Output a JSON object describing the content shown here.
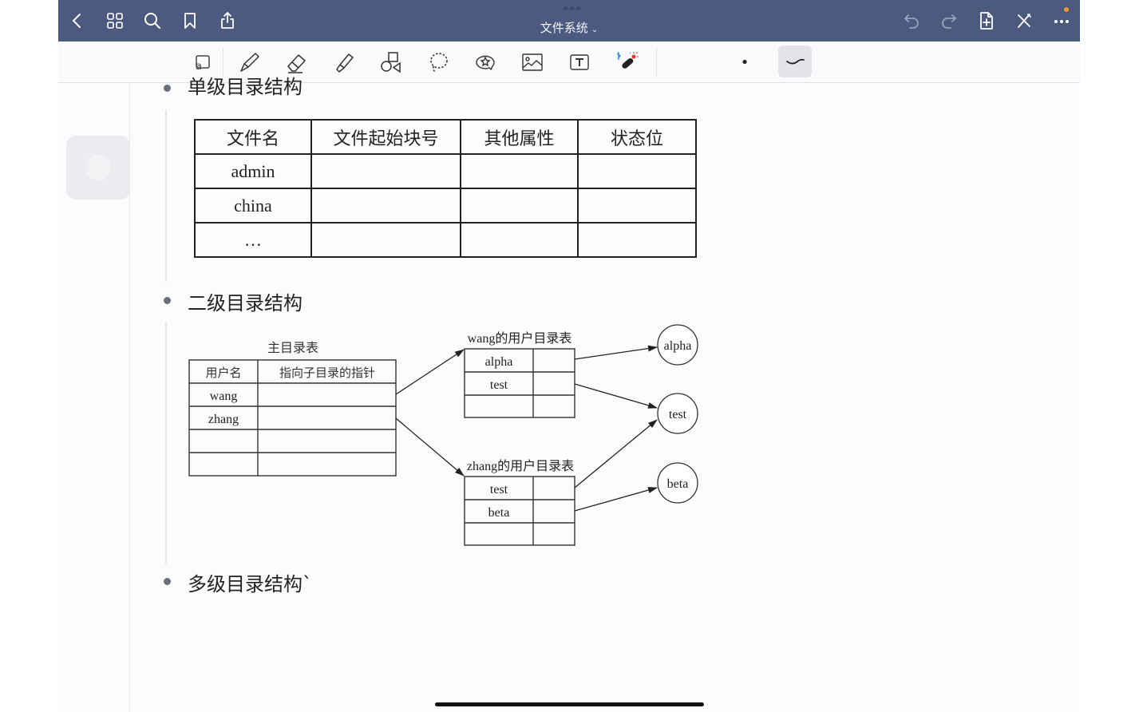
{
  "navbar": {
    "title": "文件系统",
    "title_chevron": "⌄",
    "left_icons": [
      "back-icon",
      "grid-icon",
      "search-icon",
      "bookmark-icon",
      "share-icon"
    ],
    "right_icons": [
      "undo-icon",
      "redo-icon",
      "add-page-icon",
      "close-pen-icon",
      "more-icon"
    ],
    "bg_color": "#4b5a7e",
    "notification_color": "#f0962e"
  },
  "toolbar": {
    "tools": [
      "read-only-mode",
      "pen",
      "eraser",
      "highlighter",
      "shapes",
      "lasso",
      "sticker",
      "image",
      "text",
      "laser-pointer"
    ],
    "stroke_size": "•",
    "active_tool": "stroke-style"
  },
  "sections": [
    {
      "title": "单级目录结构"
    },
    {
      "title": "二级目录结构"
    },
    {
      "title": "多级目录结构`"
    }
  ],
  "single_level_table": {
    "headers": [
      "文件名",
      "文件起始块号",
      "其他属性",
      "状态位"
    ],
    "rows": [
      [
        "admin",
        "",
        "",
        ""
      ],
      [
        "china",
        "",
        "",
        ""
      ],
      [
        "…",
        "",
        "",
        ""
      ]
    ]
  },
  "two_level_diagram": {
    "master_title": "主目录表",
    "master_headers": [
      "用户名",
      "指向子目录的指针"
    ],
    "master_rows": [
      "wang",
      "zhang",
      "",
      ""
    ],
    "wang_title": "wang的用户目录表",
    "wang_rows": [
      "alpha",
      "test",
      ""
    ],
    "zhang_title": "zhang的用户目录表",
    "zhang_rows": [
      "test",
      "beta",
      ""
    ],
    "files": [
      "alpha",
      "test",
      "beta"
    ]
  }
}
